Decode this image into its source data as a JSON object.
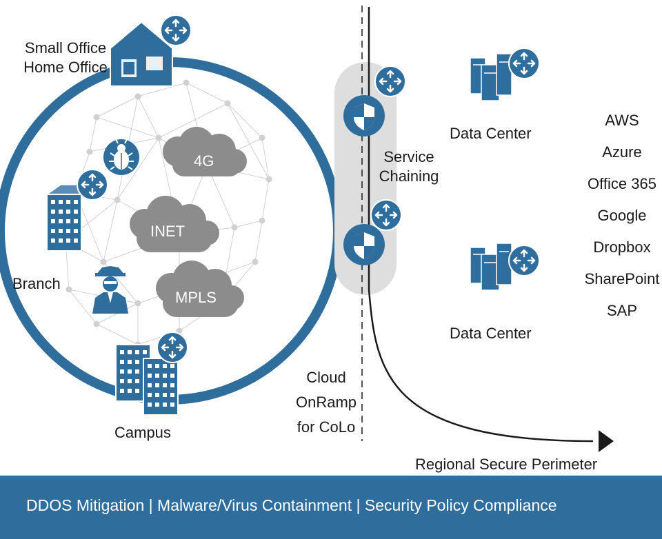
{
  "sites": {
    "soho": [
      "Small Office",
      "Home Office"
    ],
    "branch": "Branch",
    "campus": "Campus"
  },
  "transports": [
    "4G",
    "INET",
    "MPLS"
  ],
  "service_chaining": [
    "Service",
    "Chaining"
  ],
  "data_centers": [
    "Data Center",
    "Data Center"
  ],
  "cloud_onramp": [
    "Cloud",
    "OnRamp",
    "for CoLo"
  ],
  "perimeter_label": "Regional Secure Perimeter",
  "cloud_apps": [
    "AWS",
    "Azure",
    "Office 365",
    "Google",
    "Dropbox",
    "SharePoint",
    "SAP"
  ],
  "footer": "DDOS Mitigation | Malware/Virus Containment | Security Policy Compliance",
  "colors": {
    "primary_blue": "#2e6d9c",
    "cloud_gray": "#8c8c8c",
    "mesh_gray": "#d0d0d0",
    "lane_gray": "#dedede"
  },
  "icons": [
    "house-icon",
    "router-icon",
    "building-icon",
    "bug-icon",
    "spy-icon",
    "cloud-icon",
    "shield-icon",
    "server-icon",
    "arrow-right-icon"
  ]
}
